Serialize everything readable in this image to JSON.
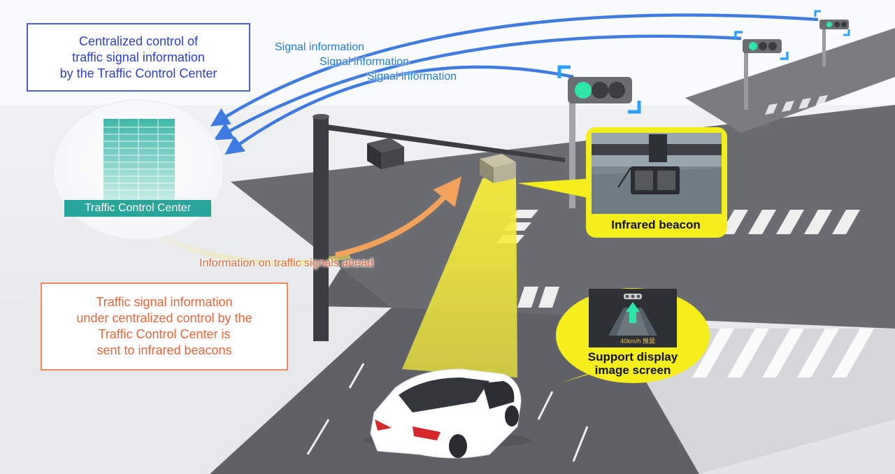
{
  "boxes": {
    "centralized": [
      "Centralized control of",
      "traffic signal information",
      "by the Traffic Control Center"
    ],
    "sent_to_beacons": [
      "Traffic signal information",
      "under centralized control by the",
      "Traffic Control Center is",
      "sent to infrared beacons"
    ]
  },
  "signal_labels": [
    "Signal information",
    "Signal information",
    "Signal information"
  ],
  "traffic_control_center_label": "Traffic Control Center",
  "infrared_beacon_label": "Infrared beacon",
  "info_ahead_label": "Information on traffic signals ahead",
  "support_display_label": [
    "Support display",
    "image screen"
  ],
  "screen_caption": "40km/h 推奨",
  "colors": {
    "blue_text": "#2d3fd1",
    "signal_blue": "#1a7ee0",
    "orange_text": "#e8673a",
    "teal": "#2aa59b",
    "callout_yellow": "#f5ee1c",
    "green_light": "#2ee6a8"
  },
  "icons": [
    "building-icon",
    "traffic-light-icon",
    "infrared-beacon-icon",
    "car-icon",
    "arrow-icon"
  ]
}
